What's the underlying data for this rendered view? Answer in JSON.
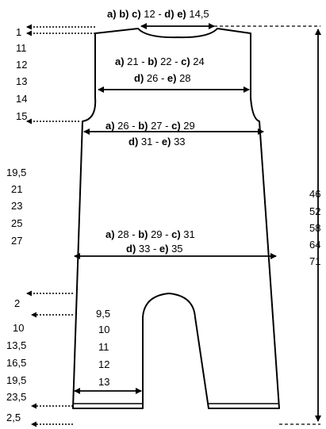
{
  "colors": {
    "ink": "#000000",
    "background": "#ffffff"
  },
  "measurements": {
    "neck_width": {
      "parts": [
        {
          "text": "a)",
          "bold": true
        },
        {
          "text": " "
        },
        {
          "text": "b)",
          "bold": true
        },
        {
          "text": " "
        },
        {
          "text": "c)",
          "bold": true
        },
        {
          "text": " 12 - "
        },
        {
          "text": "d)",
          "bold": true
        },
        {
          "text": " "
        },
        {
          "text": "e)",
          "bold": true
        },
        {
          "text": " 14,5"
        }
      ]
    },
    "upper_chest": {
      "line1": [
        {
          "text": "a)",
          "bold": true
        },
        {
          "text": " 21 - "
        },
        {
          "text": "b)",
          "bold": true
        },
        {
          "text": " 22 - "
        },
        {
          "text": "c)",
          "bold": true
        },
        {
          "text": " 24"
        }
      ],
      "line2": [
        {
          "text": "d)",
          "bold": true
        },
        {
          "text": " 26 - "
        },
        {
          "text": "e)",
          "bold": true
        },
        {
          "text": " 28"
        }
      ]
    },
    "chest": {
      "line1": [
        {
          "text": "a)",
          "bold": true
        },
        {
          "text": " 26 - "
        },
        {
          "text": "b)",
          "bold": true
        },
        {
          "text": " 27 - "
        },
        {
          "text": "c)",
          "bold": true
        },
        {
          "text": " 29"
        }
      ],
      "line2": [
        {
          "text": "d)",
          "bold": true
        },
        {
          "text": " 31 - "
        },
        {
          "text": "e)",
          "bold": true
        },
        {
          "text": " 33"
        }
      ]
    },
    "hip": {
      "line1": [
        {
          "text": "a)",
          "bold": true
        },
        {
          "text": " 28 - "
        },
        {
          "text": "b)",
          "bold": true
        },
        {
          "text": " 29 - "
        },
        {
          "text": "c)",
          "bold": true
        },
        {
          "text": " 31"
        }
      ],
      "line2": [
        {
          "text": "d)",
          "bold": true
        },
        {
          "text": " 33 - "
        },
        {
          "text": "e)",
          "bold": true
        },
        {
          "text": " 35"
        }
      ]
    },
    "leg_width": [
      "9,5",
      "10",
      "11",
      "12",
      "13"
    ],
    "left_top": [
      "1",
      "11",
      "12",
      "13",
      "14",
      "15"
    ],
    "left_body": [
      "19,5",
      "21",
      "23",
      "25",
      "27"
    ],
    "left_leg": [
      "2",
      "10",
      "13,5",
      "16,5",
      "19,5",
      "23,5",
      "2,5"
    ],
    "total_length": [
      "46",
      "52",
      "58",
      "64",
      "71"
    ]
  }
}
